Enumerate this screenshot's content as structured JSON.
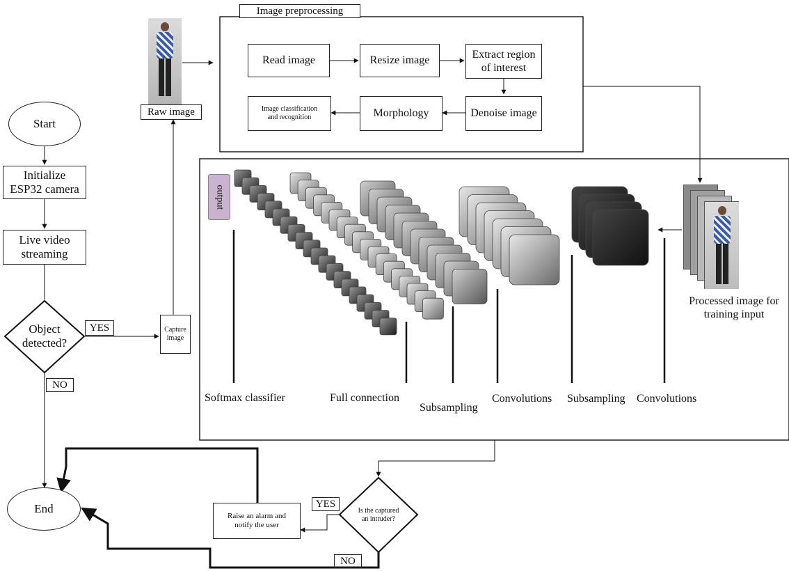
{
  "flow": {
    "start": "Start",
    "initialize": "Initialize\nESP32 camera",
    "live": "Live video\nstreaming",
    "object_detected": "Object\ndetected?",
    "yes1": "YES",
    "no1": "NO",
    "capture": "Capture\nimage",
    "raw_image": "Raw image",
    "end": "End",
    "intruder": "Is the captured\nan intruder?",
    "yes2": "YES",
    "no2": "NO",
    "alarm": "Raise an alarm and\nnotify the user"
  },
  "preprocessing": {
    "title": "Image preprocessing",
    "read": "Read image",
    "resize": "Resize image",
    "extract": "Extract region\nof interest",
    "denoise": "Denoise image",
    "morphology": "Morphology",
    "classify": "Image classification\nand recognition"
  },
  "cnn": {
    "output": "output",
    "softmax": "Softmax classifier",
    "full": "Full connection",
    "sub1": "Subsampling",
    "conv1": "Convolutions",
    "sub2": "Subsampling",
    "conv2": "Convolutions",
    "processed": "Processed image for\ntraining input"
  }
}
